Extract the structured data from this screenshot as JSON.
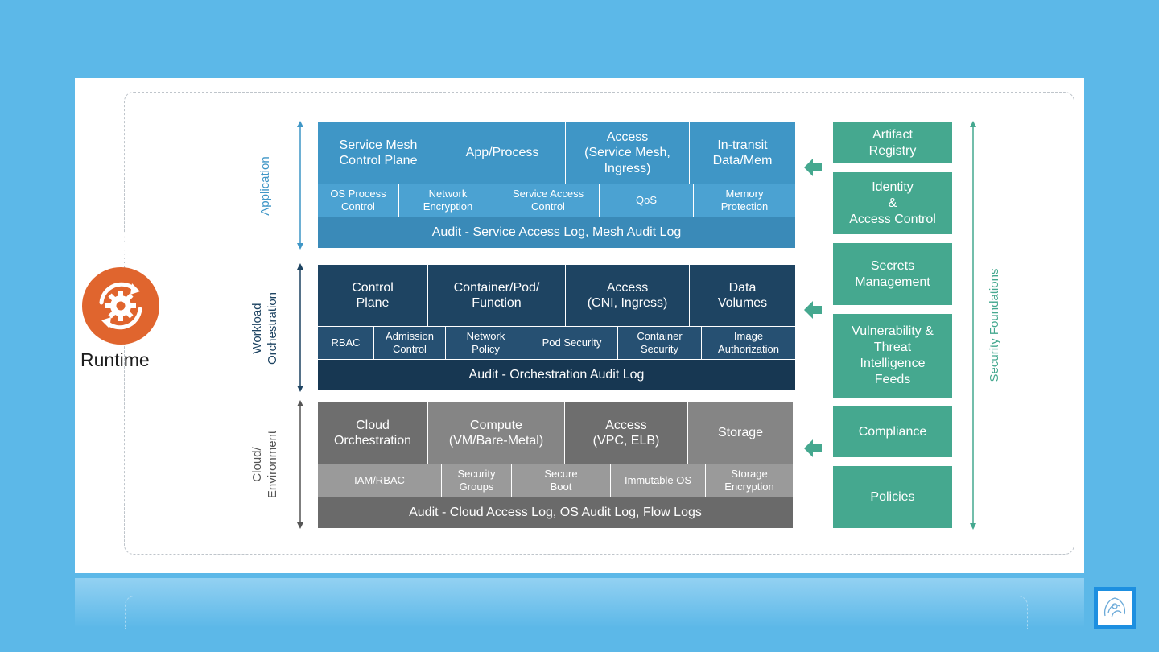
{
  "runtime": {
    "label": "Runtime",
    "icon": "gear-refresh-icon",
    "icon_color": "#e0652e"
  },
  "layers": {
    "application": {
      "label": "Application",
      "top_row": [
        "Service Mesh\nControl Plane",
        "App/Process",
        "Access\n(Service Mesh,\nIngress)",
        "In-transit\nData/Mem"
      ],
      "middle_row": [
        "OS Process\nControl",
        "Network\nEncryption",
        "Service Access\nControl",
        "QoS",
        "Memory\nProtection"
      ],
      "audit": "Audit - Service Access Log, Mesh Audit Log",
      "color": "#3f96c6"
    },
    "workload": {
      "label": "Workload\nOrchestration",
      "top_row": [
        "Control\nPlane",
        "Container/Pod/\nFunction",
        "Access\n(CNI, Ingress)",
        "Data\nVolumes"
      ],
      "middle_row": [
        "RBAC",
        "Admission\nControl",
        "Network\nPolicy",
        "Pod Security",
        "Container\nSecurity",
        "Image\nAuthorization"
      ],
      "audit": "Audit - Orchestration Audit Log",
      "color": "#1e4462"
    },
    "cloud": {
      "label": "Cloud/\nEnvironment",
      "top_row": [
        "Cloud\nOrchestration",
        "Compute\n(VM/Bare-Metal)",
        "Access\n(VPC, ELB)",
        "Storage"
      ],
      "middle_row": [
        "IAM/RBAC",
        "Security\nGroups",
        "Secure\nBoot",
        "Immutable OS",
        "Storage\nEncryption"
      ],
      "audit": "Audit - Cloud Access Log, OS Audit Log, Flow Logs",
      "color": "#6e6e6e"
    }
  },
  "security_foundations": {
    "label": "Security Foundations",
    "items": [
      "Artifact\nRegistry",
      "Identity\n&\nAccess Control",
      "Secrets\nManagement",
      "Vulnerability &\nThreat\nIntelligence\nFeeds",
      "Compliance",
      "Policies"
    ],
    "color": "#45a88f"
  }
}
